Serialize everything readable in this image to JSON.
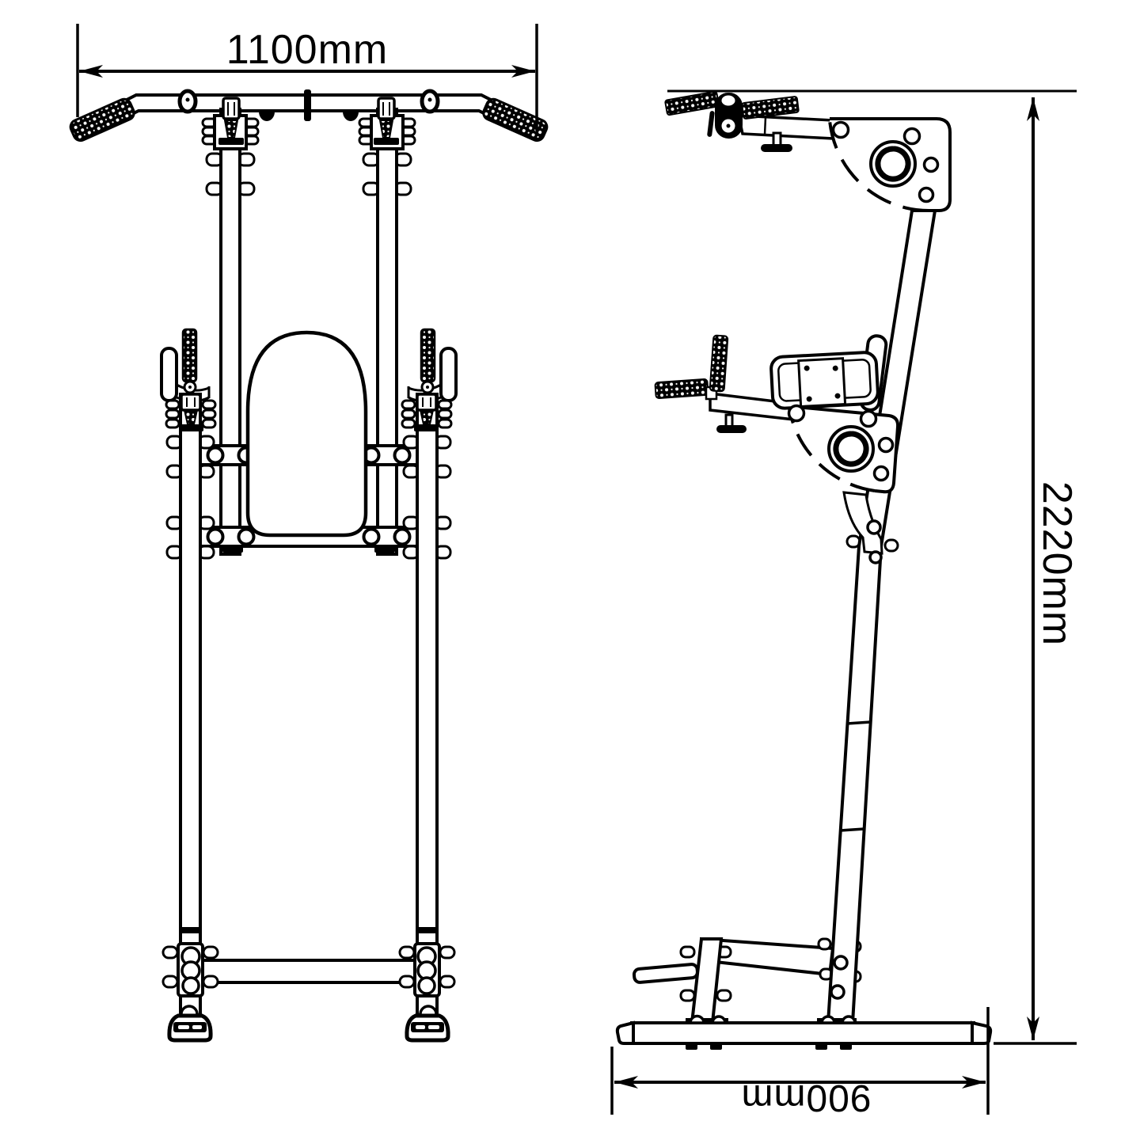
{
  "drawing": {
    "background": "#ffffff",
    "line_color": "#000000",
    "dimensions": {
      "width": "1100mm",
      "height": "2220mm",
      "depth": "900mm"
    }
  }
}
